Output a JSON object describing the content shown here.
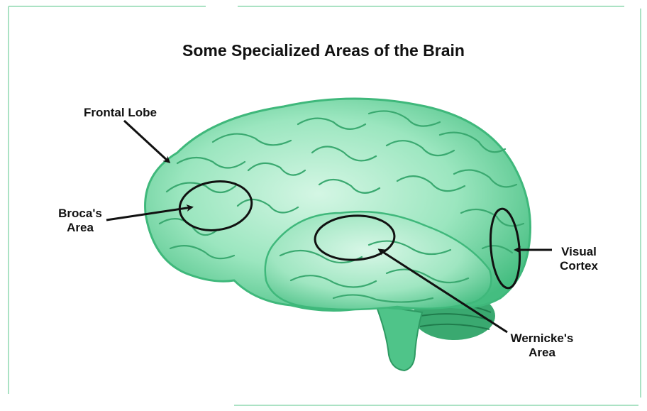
{
  "title": "Some Specialized Areas of the Brain",
  "labels": {
    "frontal_lobe": "Frontal Lobe",
    "broca": {
      "line1": "Broca's",
      "line2": "Area"
    },
    "wernicke": {
      "line1": "Wernicke's",
      "line2": "Area"
    },
    "visual_cortex": {
      "line1": "Visual",
      "line2": "Cortex"
    }
  },
  "colors": {
    "brain_fill": "#7fdba9",
    "brain_light": "#c6f2dc",
    "brain_dark": "#3fb87b",
    "frame_line": "#8fd9b0"
  }
}
